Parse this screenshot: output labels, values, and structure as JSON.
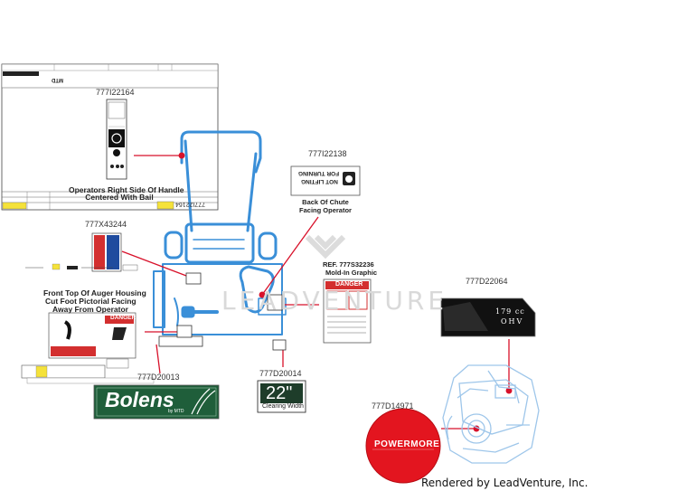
{
  "callouts": {
    "p1": "777I22164",
    "p1_caption_1": "Operators Right Side Of Handle",
    "p1_caption_2": "Centered With Bail",
    "p2": "777I22138",
    "p2_caption_1": "Back Of Chute",
    "p2_caption_2": "Facing Operator",
    "p2_decal_1": "FOR TURNING",
    "p2_decal_2": "NOT LIFTING",
    "p3": "777X43244",
    "p4_1": "REF. 777S32236",
    "p4_2": "Mold-In Graphic",
    "p4_danger": "DANGER",
    "p5": "777D22064",
    "p5_cc": "179  cc",
    "p5_ohv": "OHV",
    "p6_1": "Front Top Of Auger Housing",
    "p6_2": "Cut Foot Pictorial Facing",
    "p6_3": "Away From Operator",
    "p6_danger": "DANGER",
    "p7": "777D20013",
    "p7_brand": "Bolens",
    "p7_sub": "by MTD",
    "p8": "777D20014",
    "p8_size": "22\"",
    "p8_sub": "Clearing Width",
    "p9": "777D14971",
    "p9_brand": "POWERMORE",
    "sheet_number": "777I22164"
  },
  "watermark": "LEADVENTURE",
  "credit": "Rendered by LeadVenture, Inc.",
  "colors": {
    "outline_blue": "#3a8fd8",
    "leader_red": "#d8112a",
    "danger_red": "#d32f2f",
    "bolens_green": "#1f5e3a",
    "powermore_red": "#e3151f",
    "sheet_blue": "#2a7fd4"
  }
}
